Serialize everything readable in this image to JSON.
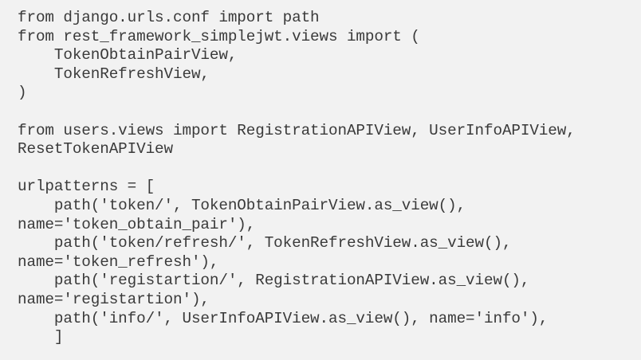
{
  "code": {
    "lines": [
      "from django.urls.conf import path",
      "from rest_framework_simplejwt.views import (",
      "    TokenObtainPairView,",
      "    TokenRefreshView,",
      ")",
      "",
      "from users.views import RegistrationAPIView, UserInfoAPIView,",
      "ResetTokenAPIView",
      "",
      "urlpatterns = [",
      "    path('token/', TokenObtainPairView.as_view(),",
      "name='token_obtain_pair'),",
      "    path('token/refresh/', TokenRefreshView.as_view(),",
      "name='token_refresh'),",
      "    path('registartion/', RegistrationAPIView.as_view(),",
      "name='registartion'),",
      "    path('info/', UserInfoAPIView.as_view(), name='info'),",
      "    ]"
    ]
  },
  "colors": {
    "background": "#f2f2f2",
    "text": "#3a3a3a"
  }
}
